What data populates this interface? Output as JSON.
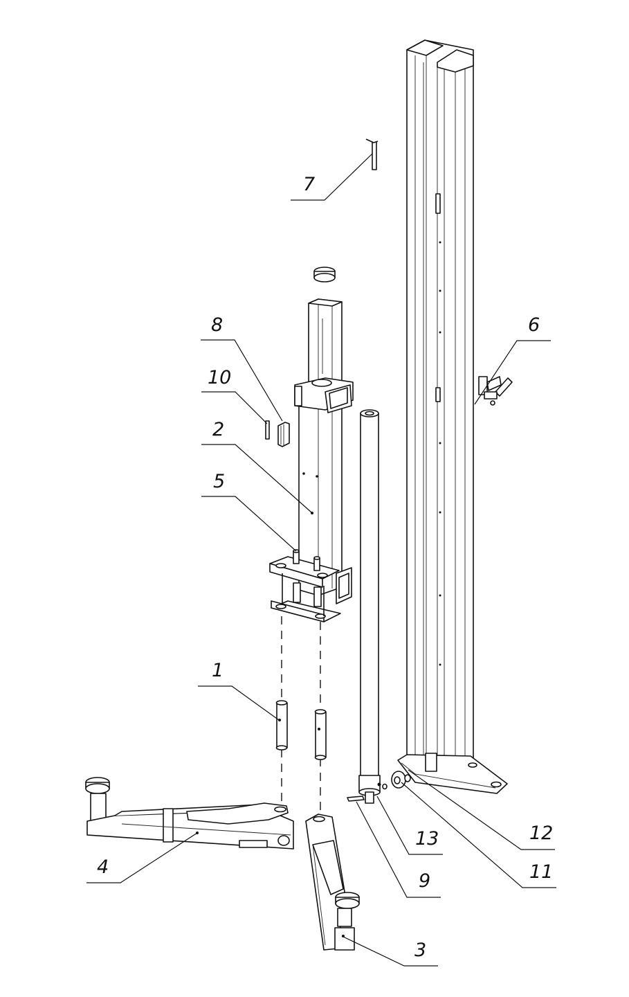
{
  "diagram": {
    "callouts": [
      {
        "label": "1",
        "part": "pin"
      },
      {
        "label": "2",
        "part": "carriage"
      },
      {
        "label": "3",
        "part": "short-arm"
      },
      {
        "label": "4",
        "part": "long-arm"
      },
      {
        "label": "5",
        "part": "bolt"
      },
      {
        "label": "6",
        "part": "lock-handle"
      },
      {
        "label": "7",
        "part": "cotter-pin"
      },
      {
        "label": "8",
        "part": "slider-pad"
      },
      {
        "label": "9",
        "part": "small-pin"
      },
      {
        "label": "10",
        "part": "clip"
      },
      {
        "label": "11",
        "part": "pulley"
      },
      {
        "label": "12",
        "part": "washer"
      },
      {
        "label": "13",
        "part": "nut"
      }
    ],
    "line_color": "#111111",
    "background": "#ffffff"
  }
}
